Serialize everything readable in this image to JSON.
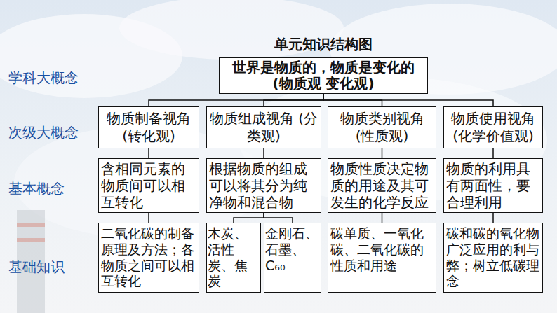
{
  "diagram": {
    "title": "单元知识结构图",
    "nodes": [
      {
        "text": [
          "世界是物质的，物质是变化的 (物质观 变化观)"
        ]
      },
      {
        "text": [
          "物质制备视角 (转化观)"
        ]
      },
      {
        "text": [
          "物质组成视角 (分类观)"
        ]
      },
      {
        "text": [
          "物质类别视角 (性质观)"
        ]
      },
      {
        "text": [
          "物质使用视角 (化学价值观)"
        ]
      },
      {
        "text": [
          "含相同元素的物质间可以相互转化"
        ]
      },
      {
        "text": [
          "根据物质的组成可以将其分为纯净物和混合物"
        ]
      },
      {
        "text": [
          "物质性质决定物质的用途及其可发生的化学反应"
        ]
      },
      {
        "text": [
          "物质的利用具有两面性，要合理利用"
        ]
      },
      {
        "text": [
          "二氧化碳的制备原理及方法；各物质之间可以相互转化"
        ]
      },
      {
        "text": [
          "木炭、活性炭、焦炭"
        ]
      },
      {
        "text": [
          "金刚石、石墨、C₆₀"
        ]
      },
      {
        "text": [
          "碳单质、一氧化碳、二氧化碳的性质和用途"
        ]
      },
      {
        "text": [
          "碳和碳的氧化物广泛应用的利与弊；树立低碳理念"
        ]
      }
    ],
    "edges": [
      {
        "from": 0,
        "to": 1,
        "arrow": "none"
      },
      {
        "from": 0,
        "to": 2,
        "arrow": "none"
      },
      {
        "from": 0,
        "to": 3,
        "arrow": "none"
      },
      {
        "from": 0,
        "to": 4,
        "arrow": "none"
      },
      {
        "from": 1,
        "to": 5,
        "arrow": "none"
      },
      {
        "from": 2,
        "to": 6,
        "arrow": "none"
      },
      {
        "from": 3,
        "to": 7,
        "arrow": "none"
      },
      {
        "from": 4,
        "to": 8,
        "arrow": "none"
      },
      {
        "from": 5,
        "to": 9,
        "arrow": "none"
      },
      {
        "from": 6,
        "to": 10,
        "arrow": "none"
      },
      {
        "from": 6,
        "to": 11,
        "arrow": "none"
      },
      {
        "from": 7,
        "to": 12,
        "arrow": "none"
      },
      {
        "from": 8,
        "to": 13,
        "arrow": "none"
      }
    ],
    "labels": [
      "学科大概念",
      "次级大概念",
      "基本概念",
      "基础知识"
    ]
  }
}
